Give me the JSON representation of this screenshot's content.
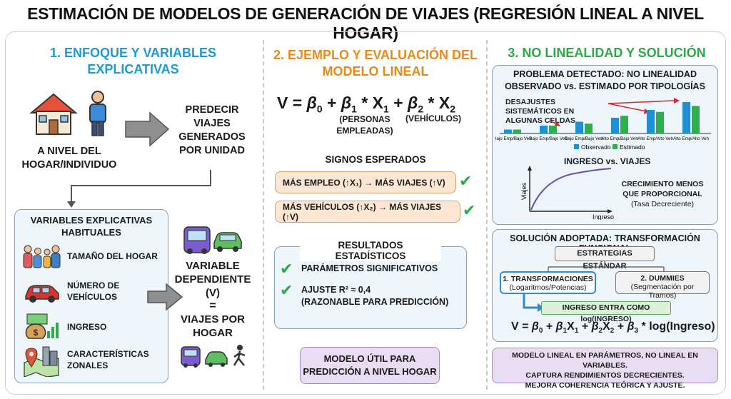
{
  "title": "ESTIMACIÓN DE MODELOS DE GENERACIÓN DE VIAJES (REGRESIÓN LINEAL A NIVEL HOGAR)",
  "col1": {
    "heading": "1. ENFOQUE Y VARIABLES EXPLICATIVAS",
    "level_label": "A NIVEL DEL HOGAR/INDIVIDUO",
    "goal": "PREDECIR VIAJES GENERADOS POR UNIDAD",
    "vars_title": "VARIABLES EXPLICATIVAS HABITUALES",
    "vars": [
      "TAMAÑO DEL HOGAR",
      "NÚMERO DE VEHÍCULOS",
      "INGRESO",
      "CARACTERÍSTICAS ZONALES"
    ],
    "dep_label": "VARIABLE DEPENDIENTE (V)",
    "dep_equals": "=",
    "dep_value": "VIAJES POR HOGAR"
  },
  "col2": {
    "heading": "2. EJEMPLO Y EVALUACIÓN DEL MODELO LINEAL",
    "eq_note1": "(PERSONAS EMPLEADAS)",
    "eq_note2": "(VEHÍCULOS)",
    "signs_title": "SIGNOS ESPERADOS",
    "sign1": "MÁS EMPLEO (↑X₁) → MÁS VIAJES (↑V)",
    "sign2": "MÁS VEHÍCULOS (↑X₂) → MÁS VIAJES (↑V)",
    "results_title": "RESULTADOS ESTADÍSTICOS",
    "result1": "PARÁMETROS SIGNIFICATIVOS",
    "result2a": "AJUSTE R² ≈ 0,4",
    "result2b": "(RAZONABLE PARA PREDICCIÓN)",
    "useful": "MODELO ÚTIL PARA PREDICCIÓN A NIVEL HOGAR"
  },
  "col3": {
    "heading": "3. NO LINEALIDAD Y SOLUCIÓN",
    "problem_title": "PROBLEMA DETECTADO: NO LINEALIDAD",
    "problem_sub": "OBSERVADO vs. ESTIMADO POR TIPOLOGÍAS",
    "misfit_note": "DESAJUSTES SISTEMÁTICOS EN ALGUNAS CELDAS",
    "chart_legend_obs": "Observado",
    "chart_legend_est": "Estimado",
    "curve_title": "INGRESO vs. VIAJES",
    "curve_ylabel": "Viajes",
    "curve_xlabel": "Ingreso",
    "curve_note1": "CRECIMIENTO MENOS",
    "curve_note2": "QUE PROPORCIONAL",
    "curve_note3": "(Tasa Decreciente)",
    "solution_title": "SOLUCIÓN ADOPTADA: TRANSFORMACIÓN FUNCIONAL",
    "strategies": "ESTRATEGIAS ESTÁNDAR",
    "opt1a": "1. TRANSFORMACIONES",
    "opt1b": "(Logaritmos/Potencias)",
    "opt2a": "2. DUMMIES",
    "opt2b": "(Segmentación por Tramos)",
    "log_result": "INGRESO ENTRA COMO log(INGRESO)",
    "summary1": "MODELO LINEAL EN PARÁMETROS, NO LINEAL EN VARIABLES.",
    "summary2": "CAPTURA RENDIMIENTOS DECRECIENTES.",
    "summary3": "MEJORA COHERENCIA TEÓRICA Y AJUSTE."
  },
  "chart_data": {
    "type": "bar",
    "categories": [
      "Bajo Emp/Bajo Veh",
      "Bajo Emp/Bajo Veh",
      "Bajo Emp/Bajo Veh",
      "Alto Emp/Bajo Veh",
      "Alto Emp/Alto Veh",
      "Alto Emp/Alto Veh"
    ],
    "series": [
      {
        "name": "Observado",
        "values": [
          1,
          2,
          3,
          4,
          6,
          8
        ]
      },
      {
        "name": "Estimado",
        "values": [
          1,
          2,
          2.5,
          4.5,
          5.5,
          7
        ]
      }
    ],
    "colors": {
      "Observado": "#1f8fd6",
      "Estimado": "#2bb04a"
    }
  }
}
